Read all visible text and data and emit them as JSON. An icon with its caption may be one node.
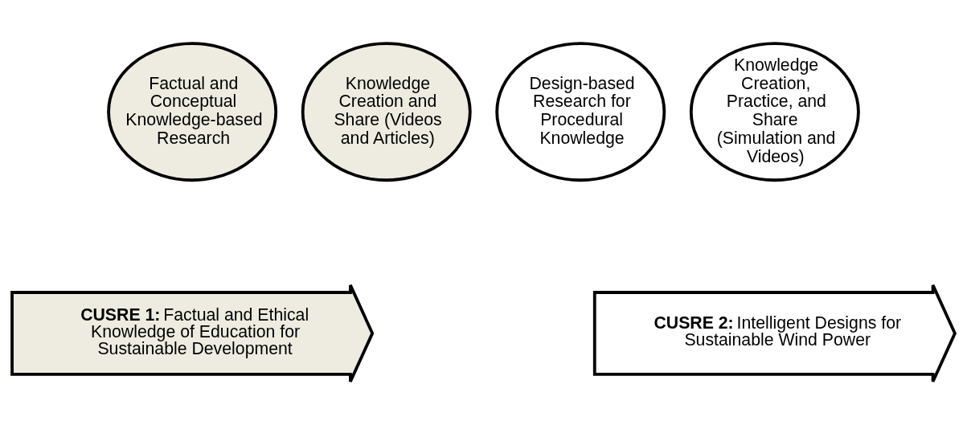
{
  "diagram": {
    "nodes": [
      {
        "text": [
          "Factual and Conceptual Knowledge-based Research"
        ]
      },
      {
        "text": [
          "Knowledge Creation and Share (Videos and Articles)"
        ]
      },
      {
        "text": [
          "Design-based Research for Procedural Knowledge"
        ]
      },
      {
        "text": [
          "Knowledge Creation, Practice, and Share (Simulation and Videos)"
        ]
      },
      {
        "text": [
          "**CUSRE 1:** Factual and Ethical Knowledge of Education for Sustainable Development"
        ]
      },
      {
        "text": [
          "**CUSRE 2:** Intelligent Designs for Sustainable Wind Power"
        ]
      }
    ],
    "edges": []
  }
}
